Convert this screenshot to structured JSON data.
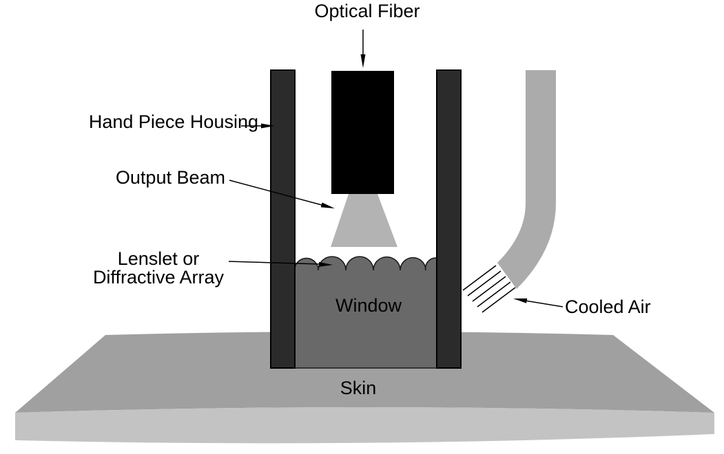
{
  "figure": {
    "labels": {
      "optical_fiber": "Optical Fiber",
      "hand_piece_housing": "Hand Piece Housing",
      "output_beam": "Output Beam",
      "lenslet_line1": "Lenslet or",
      "lenslet_line2": "Diffractive Array",
      "window": "Window",
      "cooled_air": "Cooled Air",
      "skin": "Skin"
    },
    "colors": {
      "background": "#ffffff",
      "housing_fill": "#2b2b2b",
      "housing_stroke": "#0d0d0d",
      "fiber_fill": "#000000",
      "beam_fill": "#b3b3b3",
      "window_fill": "#696969",
      "window_stroke": "#1a1a1a",
      "air_tube_fill": "#ababab",
      "skin_top_fill": "#a0a0a0",
      "skin_front_fill": "#c3c3c3",
      "annotation_line": "#000000",
      "text": "#000000"
    }
  }
}
